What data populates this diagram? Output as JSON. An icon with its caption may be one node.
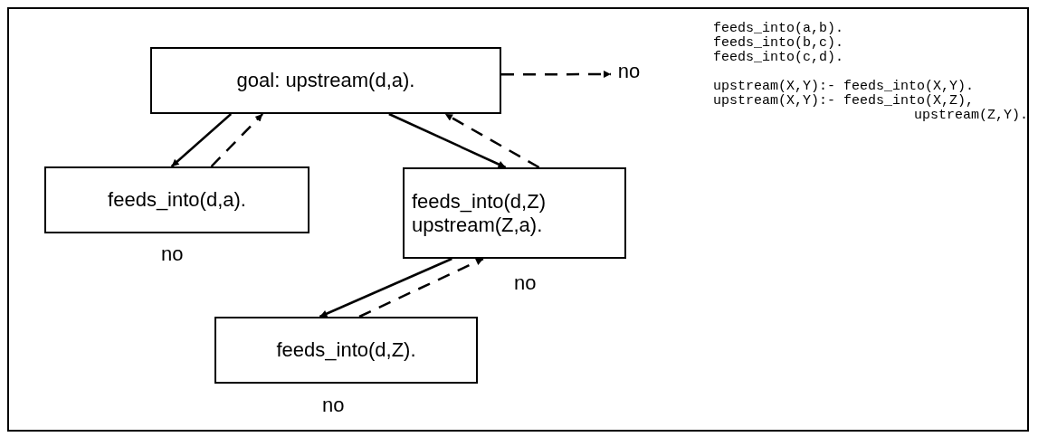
{
  "diagram": {
    "nodes": [
      {
        "text": [
          "goal: upstream(d,a)."
        ]
      },
      {
        "text": [
          "feeds_into(d,a)."
        ],
        "beside": [
          "no"
        ]
      },
      {
        "text": [
          "feeds_into(d,Z) upstream(Z,a)."
        ],
        "beside": [
          "no"
        ]
      },
      {
        "text": [
          "feeds_into(d,Z)."
        ],
        "beside": [
          "no"
        ]
      },
      {
        "text": [
          "no"
        ]
      }
    ],
    "edges": [
      {
        "from": 0,
        "to": 1,
        "arrow": "to"
      },
      {
        "from": 1,
        "to": 0,
        "arrow": "to",
        "style": "dashed"
      },
      {
        "from": 0,
        "to": 2,
        "arrow": "to"
      },
      {
        "from": 2,
        "to": 0,
        "arrow": "to",
        "style": "dashed"
      },
      {
        "from": 2,
        "to": 3,
        "arrow": "to"
      },
      {
        "from": 3,
        "to": 2,
        "arrow": "to",
        "style": "dashed"
      },
      {
        "from": 0,
        "to": 4,
        "arrow": "to",
        "style": "dashed"
      }
    ],
    "labels": [
      "feeds_into(a,b).",
      "feeds_into(b,c).",
      "feeds_into(c,d).",
      "upstream(X,Y):- feeds_into(X,Y).",
      "upstream(X,Y):- feeds_into(X,Z),",
      "upstream(Z,Y)."
    ]
  }
}
